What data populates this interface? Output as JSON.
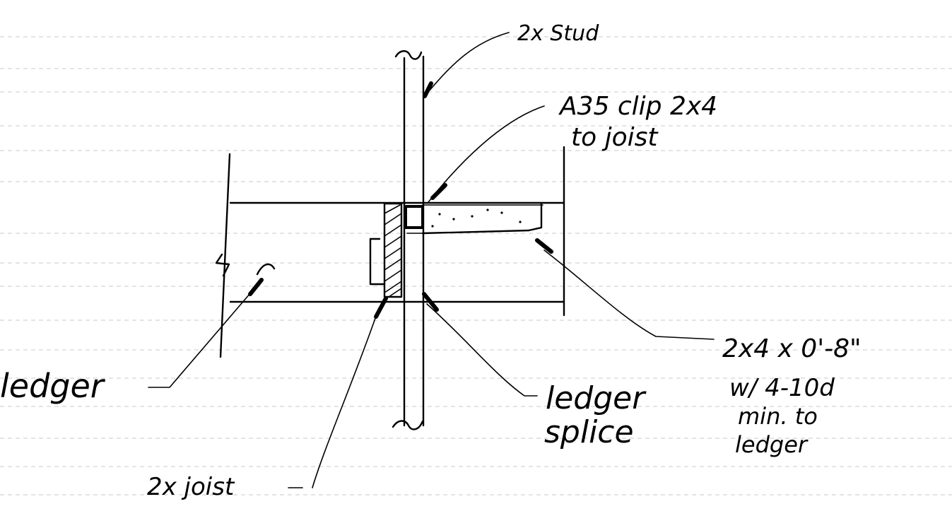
{
  "labels": {
    "stud": "2x Stud",
    "clip_line1": "A35 clip 2x4",
    "clip_line2": "to joist",
    "block_line1": "2x4 x 0'-8\"",
    "block_line2": "w/ 4-10d",
    "block_line3": "min. to",
    "block_line4": "ledger",
    "ledger_left": "ledger",
    "ledger_splice_line1": "ledger",
    "ledger_splice_line2": "splice",
    "joist": "2x joist"
  }
}
